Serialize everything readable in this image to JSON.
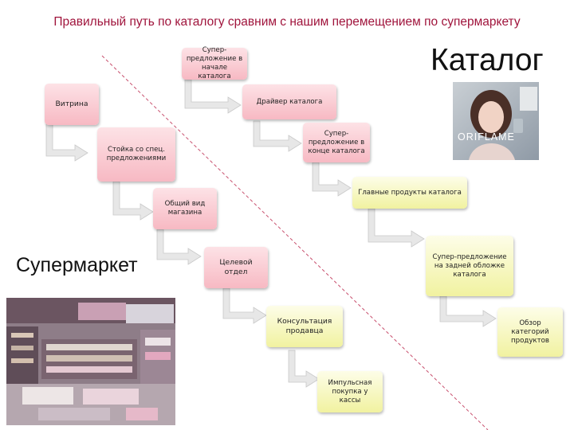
{
  "title": "Правильный путь по каталогу сравним с нашим перемещением по супермаркету",
  "headings": {
    "catalog": "Каталог",
    "supermarket": "Супермаркет"
  },
  "supermarket_path": [
    "Витрина",
    "Стойка со спец. предложениями",
    "Общий вид магазина",
    "Целевой отдел",
    "Консультация продавца",
    "Импульсная покупка у кассы"
  ],
  "catalog_path": [
    "Супер-предложение в начале каталога",
    "Драйвер каталога",
    "Супер-предложение в конце каталога",
    "Главные продукты каталога",
    "Супер-предложение на задней обложке каталога",
    "Обзор категорий продуктов"
  ],
  "catalog_cover_text": {
    "brand": "ORIFLAME"
  },
  "colors": {
    "title": "#a0143c",
    "pink": "#f7b9c3",
    "yellow": "#f1f2a0",
    "divider": "#c8506e"
  }
}
